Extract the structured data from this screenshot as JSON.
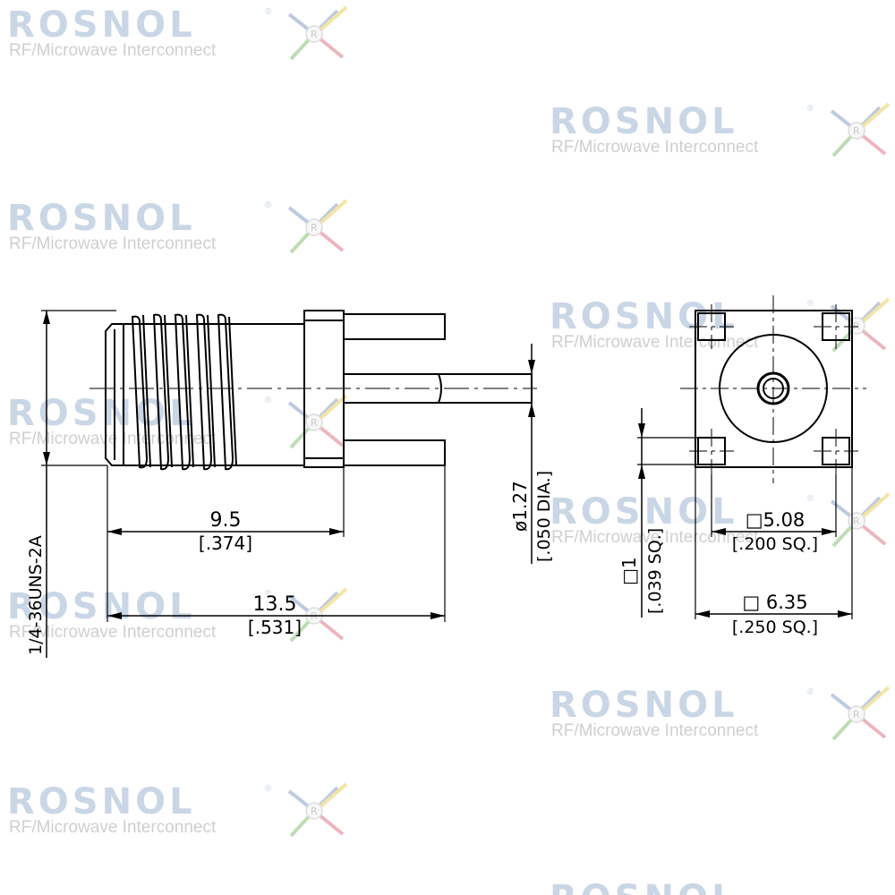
{
  "watermark": {
    "brand": "ROSNOL",
    "registered": "®",
    "tagline": "RF/Microwave Interconnect",
    "logo_icon": "rosnol-star-logo",
    "colors": {
      "brand": "#c9d6e6",
      "tagline": "#cfcfcf"
    }
  },
  "dimensions": {
    "thread": "1/4-36UNS-2A",
    "body_length_mm": "9.5",
    "body_length_in": "[.374]",
    "overall_length_mm": "13.5",
    "overall_length_in": "[.531]",
    "pin_dia_mm": "ø1.27",
    "pin_dia_in": "[.050 DIA.]",
    "leg_sq_mm": "□1",
    "leg_sq_in": "[.039 SQ.]",
    "hole_sq_mm": "□5.08",
    "hole_sq_in": "[.200 SQ.]",
    "flange_sq_mm": "□ 6.35",
    "flange_sq_in": "[.250 SQ.]"
  }
}
